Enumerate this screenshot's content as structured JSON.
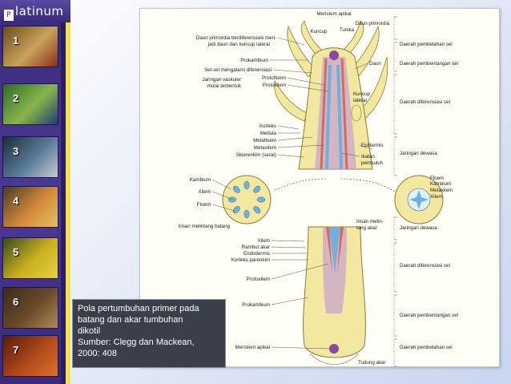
{
  "logo": {
    "mark": "P",
    "text": "latinum"
  },
  "thumbnails": [
    {
      "num": "1",
      "colors": [
        "#6b4a1e",
        "#c9a35a",
        "#8a2f18"
      ]
    },
    {
      "num": "2",
      "colors": [
        "#2d6a2a",
        "#8ab54a",
        "#1d3e6e"
      ]
    },
    {
      "num": "3",
      "colors": [
        "#1d2d3a",
        "#5a7b9a",
        "#c8c8d0"
      ]
    },
    {
      "num": "4",
      "colors": [
        "#4a3a2a",
        "#d08a3a",
        "#e8c060"
      ]
    },
    {
      "num": "5",
      "colors": [
        "#3a4a1a",
        "#c9b020",
        "#e8d040"
      ]
    },
    {
      "num": "6",
      "colors": [
        "#3a2a1a",
        "#6a4a2a",
        "#b08a5a"
      ]
    },
    {
      "num": "7",
      "colors": [
        "#5a1a0a",
        "#b04a1a",
        "#e07030"
      ]
    }
  ],
  "figure": {
    "labels_left": [
      "Daun primordia berdiferensiasi men-",
      "jadi daun dan kuncup lateral",
      "Prokambium",
      "Sel-sel mengalami diferensiasi",
      "Jaringan vaskuler",
      "mulai terbentuk",
      "Protofloem",
      "Protoxilem",
      "Korteks",
      "Medula",
      "Metafloem",
      "Metaxilem",
      "Sklerenkim (serat)",
      "Kambium",
      "Xilem",
      "Floem",
      "Irisan melintang batang",
      "Xilem",
      "Rambut akar",
      "Endodermis",
      "Korteks parenkim",
      "Protoxilem",
      "Prokambium",
      "Meristem apikal"
    ],
    "labels_top": [
      "Meristem apikal",
      "Daun primordia",
      "Kuncup",
      "Tunika"
    ],
    "labels_mid": [
      "Daun",
      "Kuncup",
      "lateral",
      "Epidermis",
      "Ikatan",
      "pembuluh",
      "Floem",
      "Kambium",
      "Metaxilem",
      "Xilem",
      "Irisan melin-",
      "tang akar",
      "Tudung akar"
    ],
    "zones": [
      "Daerah pembelahan sel",
      "Daerah pembentangan sel",
      "Daerah diferensiasi sel",
      "Jaringan dewasa",
      "Jaringan dewasa",
      "Daerah diferensiasi sel",
      "Daerah pembentangan sel",
      "Daerah pembelahan sel"
    ]
  },
  "caption": {
    "lines": [
      "Pola pertumbuhan primer pada",
      "batang dan akar tumbuhan",
      "dikotil",
      "Sumber: Clegg dan Mackean,",
      "2000: 408"
    ]
  },
  "colors": {
    "sidebar": "#3a2a7a",
    "sidebar_border": "#f3e24a",
    "stem": "#f2e8a0",
    "stem_outline": "#8a7a3a",
    "procambium": "#c8a0d0",
    "xylem_blue": "#6fb0e0",
    "phloem_red": "#d86a5a",
    "caption_bg": "#3a3f4a"
  }
}
